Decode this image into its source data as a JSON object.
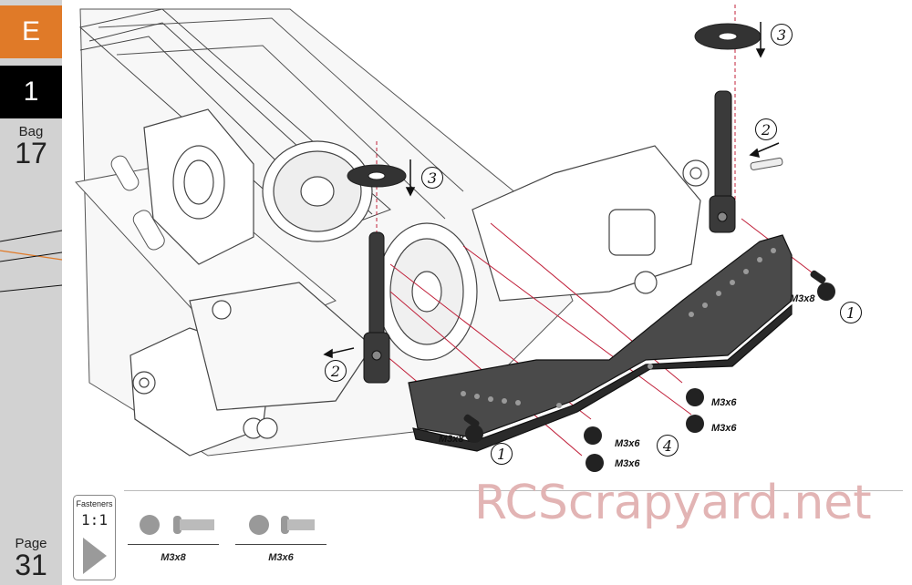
{
  "sidebar": {
    "section_letter": "E",
    "step_number": "1",
    "bag_label": "Bag",
    "bag_number": "17",
    "page_label": "Page",
    "page_number": "31"
  },
  "callouts": {
    "m3x8_right": "M3x8",
    "m3x8_left": "M3x8",
    "m3x6_a": "M3x6",
    "m3x6_b": "M3x6",
    "m3x6_c": "M3x6",
    "m3x6_d": "M3x6"
  },
  "steps": {
    "one_right": "1",
    "one_left": "1",
    "two_right": "2",
    "two_left": "2",
    "three_right": "3",
    "three_left": "3",
    "four": "4"
  },
  "fasteners": {
    "title": "Fasteners",
    "scale": "1:1",
    "items": [
      {
        "label": "M3x8"
      },
      {
        "label": "M3x6"
      }
    ]
  },
  "watermark": "RCScrapyard.net",
  "colors": {
    "section_tab": "#e07a28",
    "sidebar": "#d2d2d2",
    "part_dark": "#3a3a3a",
    "guide_line": "#c0203a"
  }
}
